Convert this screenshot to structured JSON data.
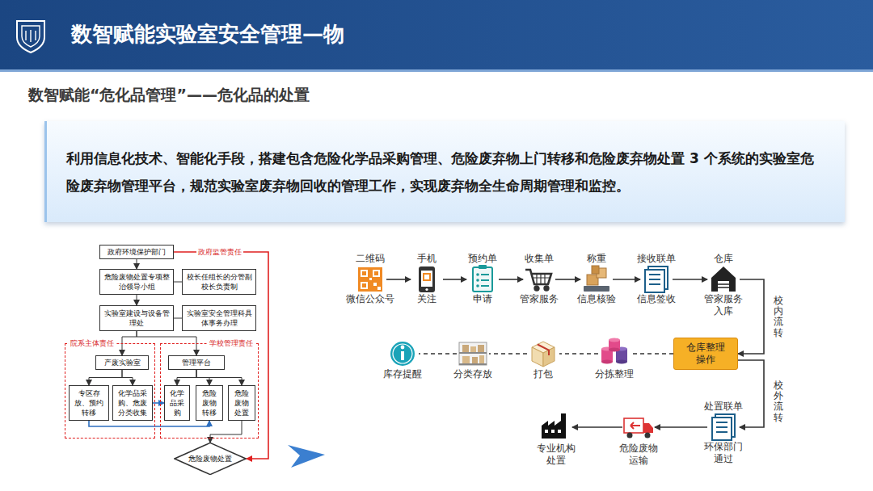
{
  "diagram": {
    "title": "数智赋能实验室安全管理—物",
    "nodes": [
      {
        "text": [
          "利用信息化技术、智能化手段，搭建包含危险化学品采购管理、危险废弃物上门转移和危险废弃物处置 3 个系统的实验室危险废弃物管理平台，规范实验室废弃物回收的管理工作，实现废弃物全生命周期管理和监控。"
        ]
      },
      {
        "text": [
          "政府环境保护部门"
        ]
      },
      {
        "text": [
          "危险废物处置专项整治领导小组"
        ]
      },
      {
        "text": [
          "校长任组长的分管副校长负责制"
        ]
      },
      {
        "text": [
          "实验室建设与设备管理处"
        ]
      },
      {
        "text": [
          "实验室安全管理科具体事务办理"
        ]
      },
      {
        "text": [
          "院系主体责任"
        ]
      },
      {
        "text": [
          "产废实验室"
        ],
        "in": 6
      },
      {
        "text": [
          "专区存放、预约转移"
        ],
        "in": 6
      },
      {
        "text": [
          "化学品采购、危废分类收集"
        ],
        "in": 6
      },
      {
        "text": [
          "学校管理责任"
        ]
      },
      {
        "text": [
          "管理平台"
        ],
        "in": 10
      },
      {
        "text": [
          "化学品采购"
        ],
        "in": 10
      },
      {
        "text": [
          "危险废物转移"
        ],
        "in": 10
      },
      {
        "text": [
          "危险废物处置"
        ],
        "in": 10
      },
      {
        "text": [
          "危险废物处置"
        ]
      },
      {
        "text": [
          "二维码",
          "微信公众号"
        ]
      },
      {
        "text": [
          "手机",
          "关注"
        ]
      },
      {
        "text": [
          "预约单",
          "申请"
        ]
      },
      {
        "text": [
          "收集单",
          "管家服务"
        ]
      },
      {
        "text": [
          "称重",
          "信息核验"
        ]
      },
      {
        "text": [
          "接收联单",
          "信息签收"
        ]
      },
      {
        "text": [
          "仓库",
          "管家服务入库"
        ]
      },
      {
        "text": [
          "仓库整理操作"
        ]
      },
      {
        "text": [
          "分拣整理"
        ]
      },
      {
        "text": [
          "打包"
        ]
      },
      {
        "text": [
          "分类存放"
        ]
      },
      {
        "text": [
          "库存提醒"
        ]
      },
      {
        "text": [
          "处置联单",
          "环保部门通过"
        ]
      },
      {
        "text": [
          "危险废物运输"
        ]
      },
      {
        "text": [
          "专业机构处置"
        ]
      }
    ],
    "edges": [
      {
        "from": 1,
        "to": 2,
        "arrow": "to"
      },
      {
        "from": 2,
        "to": 3,
        "arrow": "none"
      },
      {
        "from": 2,
        "to": 4,
        "arrow": "to"
      },
      {
        "from": 4,
        "to": 5,
        "arrow": "none"
      },
      {
        "from": 4,
        "to": 7,
        "arrow": "to"
      },
      {
        "from": 4,
        "to": 11,
        "arrow": "to"
      },
      {
        "from": 7,
        "to": 8,
        "arrow": "to"
      },
      {
        "from": 7,
        "to": 9,
        "arrow": "to"
      },
      {
        "from": 11,
        "to": 12,
        "arrow": "to"
      },
      {
        "from": 11,
        "to": 13,
        "arrow": "to"
      },
      {
        "from": 11,
        "to": 14,
        "arrow": "to"
      },
      {
        "from": 9,
        "to": 12,
        "arrow": "to"
      },
      {
        "from": 8,
        "to": 13,
        "arrow": "to"
      },
      {
        "from": 14,
        "to": 15,
        "arrow": "to"
      },
      {
        "from": 1,
        "to": 15,
        "label": "政府监管责任",
        "arrow": "to"
      },
      {
        "from": 16,
        "to": 17,
        "arrow": "to"
      },
      {
        "from": 17,
        "to": 18,
        "arrow": "to"
      },
      {
        "from": 18,
        "to": 19,
        "arrow": "to"
      },
      {
        "from": 19,
        "to": 20,
        "arrow": "to"
      },
      {
        "from": 20,
        "to": 21,
        "arrow": "to"
      },
      {
        "from": 21,
        "to": 22,
        "arrow": "to"
      },
      {
        "from": 22,
        "to": 23,
        "label": "校内流转",
        "arrow": "to"
      },
      {
        "from": 23,
        "to": 24,
        "arrow": "none"
      },
      {
        "from": 24,
        "to": 25,
        "arrow": "none"
      },
      {
        "from": 25,
        "to": 26,
        "arrow": "none"
      },
      {
        "from": 26,
        "to": 27,
        "arrow": "none"
      },
      {
        "from": 23,
        "to": 28,
        "label": "校外流转",
        "arrow": "to"
      },
      {
        "from": 28,
        "to": 29,
        "arrow": "to"
      },
      {
        "from": 29,
        "to": 30,
        "arrow": "to"
      }
    ],
    "labels": [
      "数智赋能“危化品管理”——危化品的处置"
    ]
  }
}
